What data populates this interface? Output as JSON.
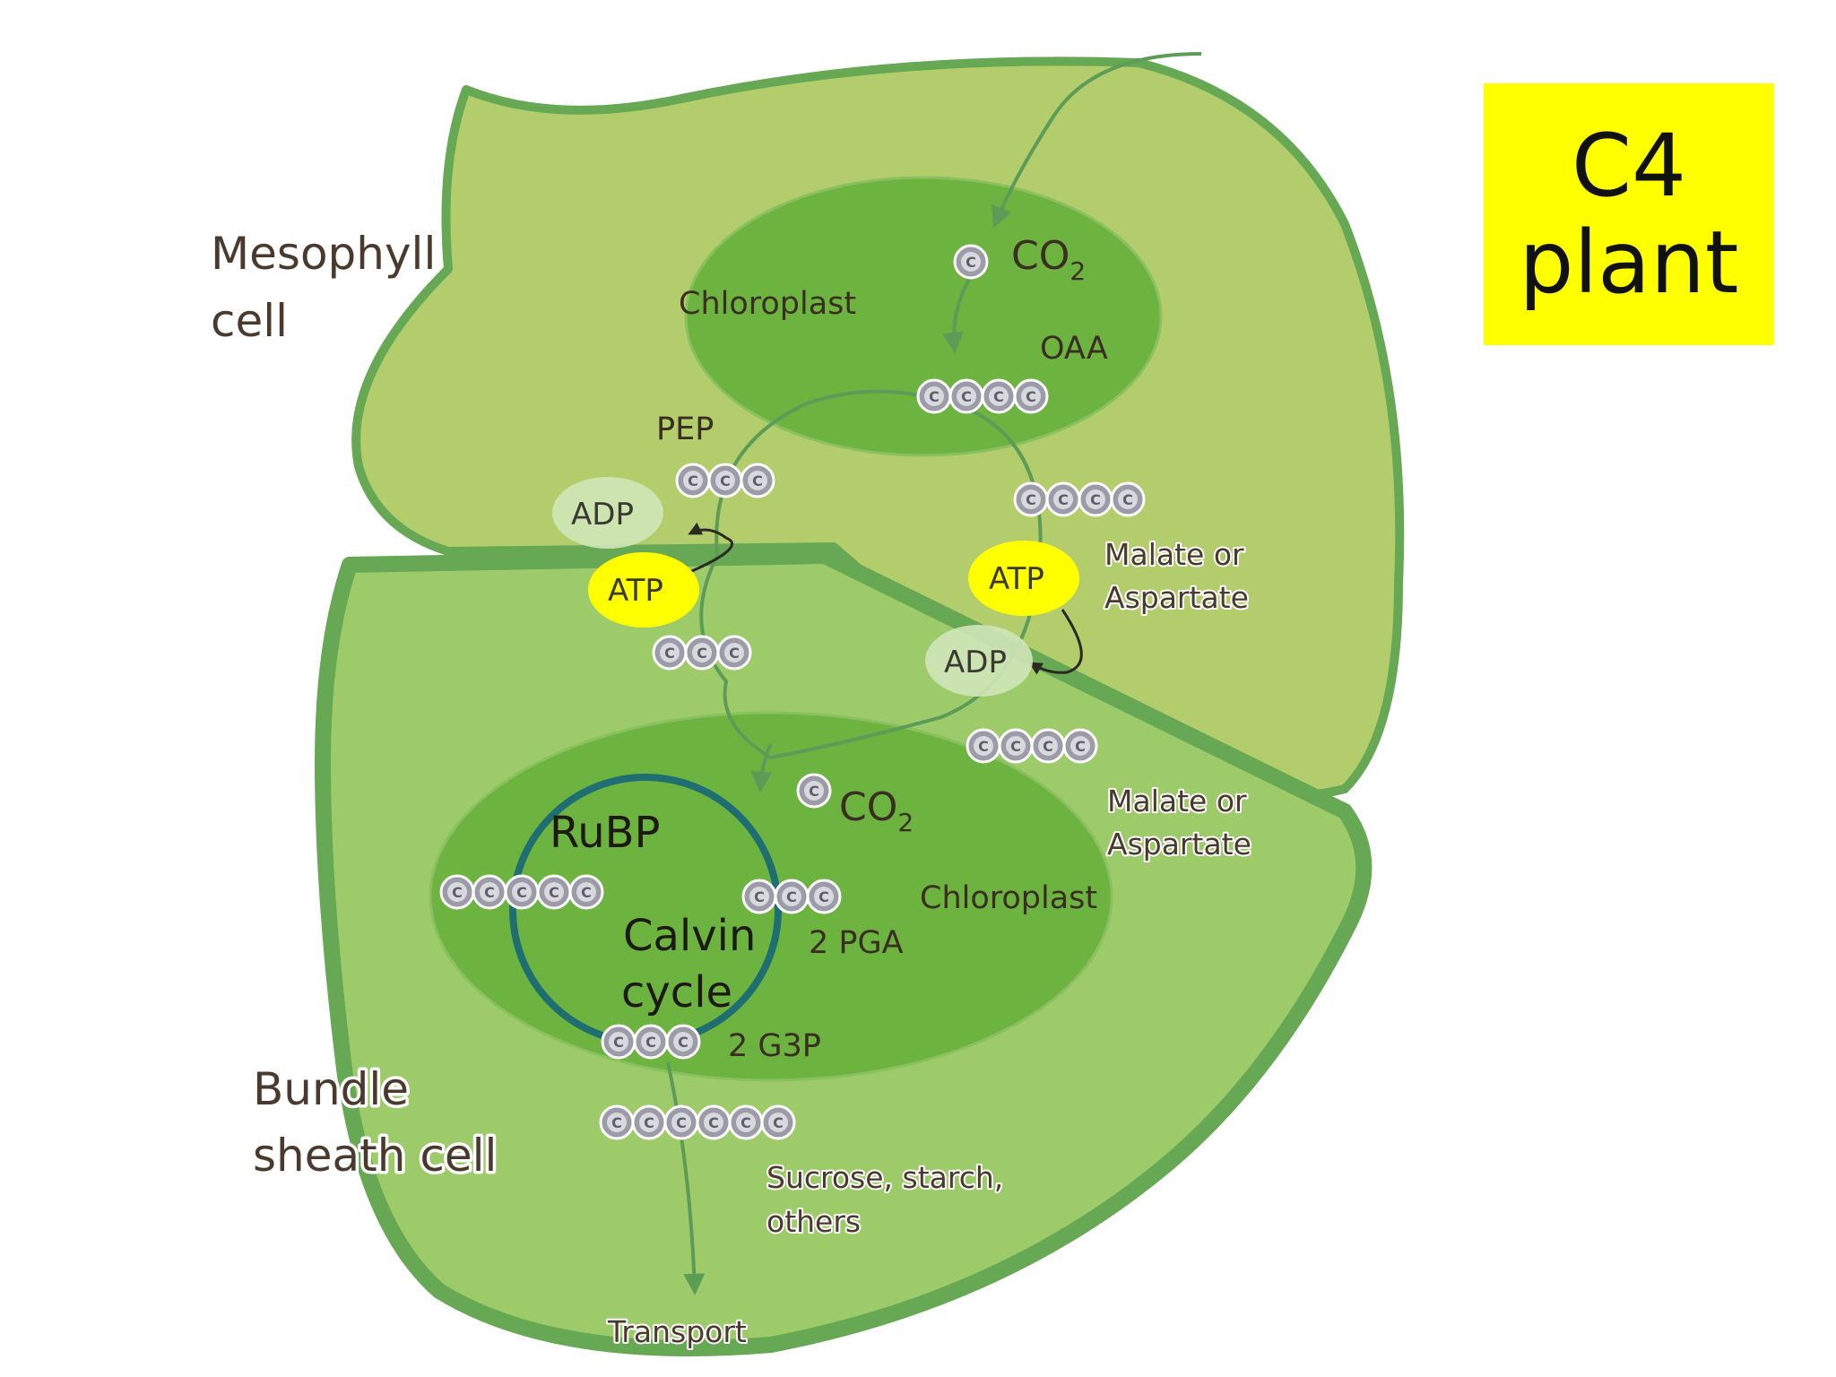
{
  "title": {
    "line1": "C4",
    "line2": "plant"
  },
  "cells": {
    "mesophyll": [
      "Mesophyll",
      "cell"
    ],
    "bundle_sheath": [
      "Bundle",
      "sheath cell"
    ]
  },
  "mesophyll_chloroplast": {
    "label": "Chloroplast",
    "co2": "CO",
    "co2_sub": "2",
    "oaa": "OAA"
  },
  "pep": "PEP",
  "adp": "ADP",
  "atp": "ATP",
  "malate_or_aspartate": [
    "Malate or",
    "Aspartate"
  ],
  "bundle_chloroplast": {
    "label": "Chloroplast",
    "co2": "CO",
    "co2_sub": "2",
    "rubp": "RuBP",
    "calvin": [
      "Calvin",
      "cycle"
    ],
    "pga": "2 PGA",
    "g3p": "2 G3P"
  },
  "products": [
    "Sucrose, starch,",
    "others"
  ],
  "transport": "Transport",
  "carbon_symbol": "C",
  "colors": {
    "mesophyll_fill": "#b4cd6c",
    "bundle_fill": "#9dcb6a",
    "cell_border": "#66a853",
    "chloroplast_fill": "#6db33f",
    "calvin_ring": "#1e6e72",
    "atp_fill": "#ffff00",
    "adp_fill": "#cfe6b8",
    "arrow": "#5c9c56",
    "title_bg": "#ffff00"
  }
}
